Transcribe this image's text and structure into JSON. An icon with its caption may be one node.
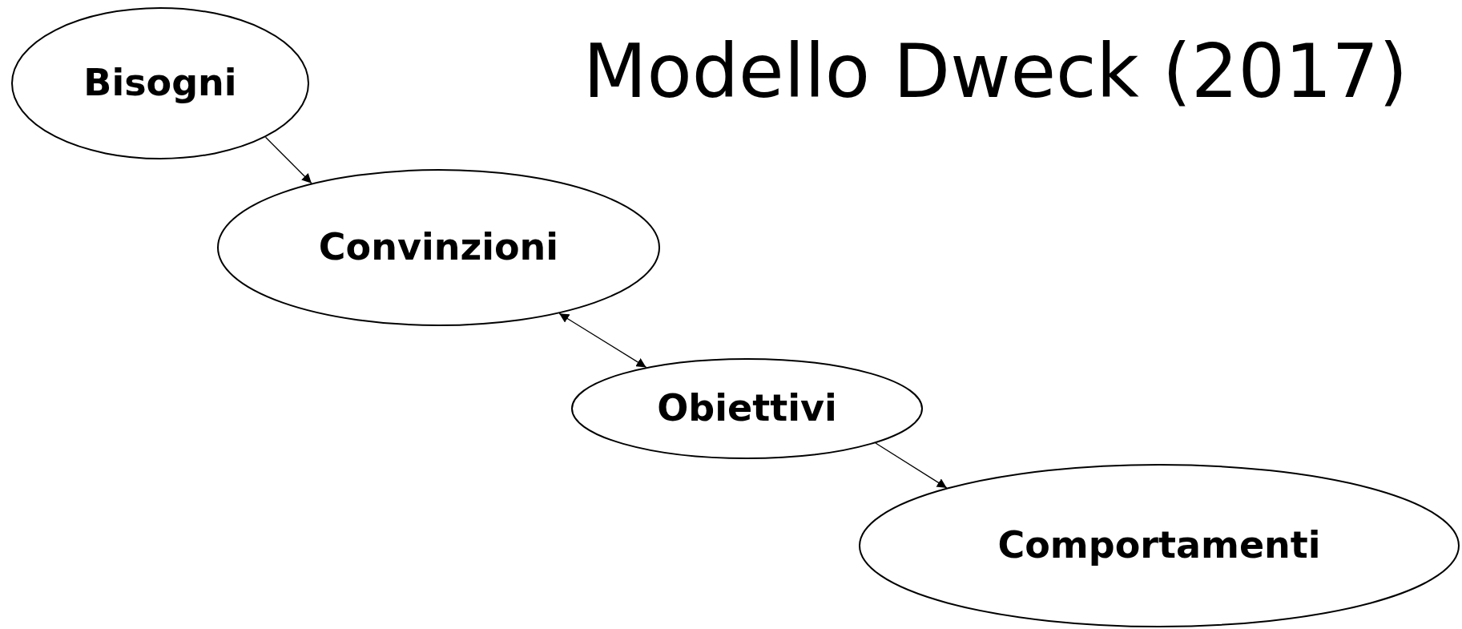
{
  "diagram": {
    "title": "Modello Dweck (2017)",
    "nodes": [
      {
        "text": [
          "Bisogni"
        ]
      },
      {
        "text": [
          "Convinzioni"
        ]
      },
      {
        "text": [
          "Obiettivi"
        ]
      },
      {
        "text": [
          "Comportamenti"
        ]
      }
    ],
    "edges": [
      {
        "from": 0,
        "to": 1,
        "arrow": "to"
      },
      {
        "from": 1,
        "to": 2,
        "arrow": "both"
      },
      {
        "from": 2,
        "to": 3,
        "arrow": "to"
      }
    ]
  }
}
